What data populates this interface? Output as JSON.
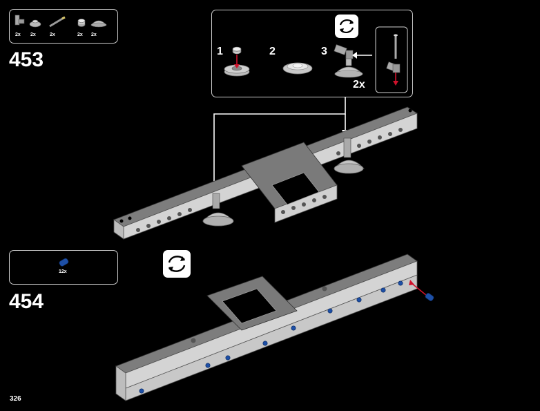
{
  "page": {
    "number": "326"
  },
  "step453": {
    "number": "453",
    "parts": [
      {
        "name": "angle-connector",
        "qty": "2x"
      },
      {
        "name": "round-plate-2x2",
        "qty": "2x"
      },
      {
        "name": "axle-pin-with-stop",
        "qty": "2x"
      },
      {
        "name": "round-brick-1x1",
        "qty": "2x"
      },
      {
        "name": "radar-dish-4x4",
        "qty": "2x"
      }
    ],
    "substeps": [
      "1",
      "2",
      "3"
    ],
    "sub_multiplier": "2x",
    "icons": [
      "rotate-icon"
    ]
  },
  "step454": {
    "number": "454",
    "parts": [
      {
        "name": "blue-pin",
        "qty": "12x"
      }
    ],
    "icons": [
      "rotate-icon"
    ]
  },
  "colors": {
    "background": "#000000",
    "part_gray": "#9a9a9a",
    "dark_gray": "#5e5e5e",
    "blue": "#1d4fa6",
    "red": "#d0112b",
    "frame": "#cfcfcf"
  }
}
